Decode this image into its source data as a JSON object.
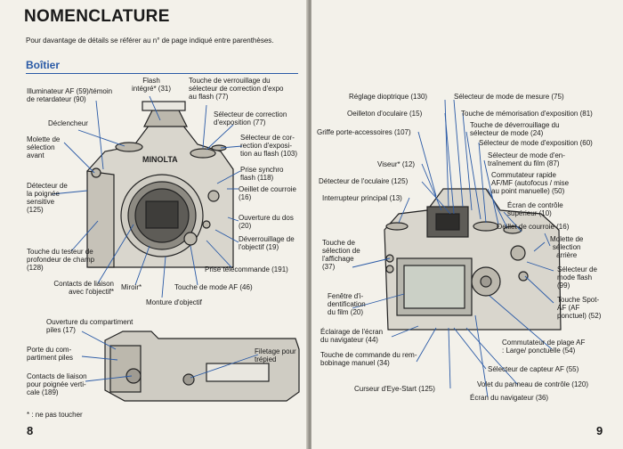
{
  "left_page": {
    "title": "NOMENCLATURE",
    "intro": "Pour davantage de détails se référer au n° de page indiqué entre parenthèses.",
    "section": "Boîtier",
    "page_number": "8",
    "footnote": "* : ne pas toucher",
    "labels": {
      "af_illuminator": "Illuminateur AF (59)/témoin\nde retardateur (90)",
      "flash": "Flash\nintégré* (31)",
      "compensation_lock": "Touche de verrouillage du\nsélecteur de correction d'expo\nau flash (77)",
      "exposure_compensation": "Sélecteur de correction\nd'exposition (77)",
      "flash_compensation": "Sélecteur de cor-\nrection d'exposi-\ntion au flash (103)",
      "sync_socket": "Prise synchro\nflash (118)",
      "strap_eyelet": "Oeillet de courroie\n(16)",
      "back_open": "Ouverture du dos\n(20)",
      "lens_release": "Déverrouillage de\nl'objectif (19)",
      "remote_socket": "Prise télécommande (191)",
      "af_mode_button": "Touche de mode AF (46)",
      "lens_mount": "Monture d'objectif",
      "mirror": "Miroir*",
      "lens_contacts": "Contacts de liaison\navec l'objectif*",
      "dof_preview": "Touche du testeur de\nprofondeur de champ\n(128)",
      "grip_sensor": "Détecteur de\nla poignée\nsensitive\n(125)",
      "front_dial": "Molette de\nsélection\navant",
      "shutter": "Déclencheur",
      "battery_door": "Ouverture du compartiment\npiles (17)",
      "battery_cover": "Porte du com-\npartiment piles",
      "grip_contacts": "Contacts de liaison\npour poignée verti-\ncale (189)",
      "tripod": "Filetage pour\ntrépied"
    }
  },
  "right_page": {
    "page_number": "9",
    "labels": {
      "diopter": "Réglage dioptrique (130)",
      "metering_mode": "Sélecteur de mode de mesure (75)",
      "eyecup": "Oeilleton d'oculaire (15)",
      "ael": "Touche de mémorisation d'exposition (81)",
      "accessory_shoe": "Griffe porte-accessoires (107)",
      "mode_lock": "Touche de déverrouillage du\nsélecteur de mode (24)",
      "exposure_mode": "Sélecteur de mode d'exposition (60)",
      "viewfinder": "Viseur* (12)",
      "drive_mode": "Sélecteur de mode d'en-\ntraînement du film (87)",
      "eyepiece_sensor": "Détecteur de l'oculaire (125)",
      "af_mf_switch": "Commutateur rapide\nAF/MF (autofocus / mise\nau point manuelle) (50)",
      "main_switch": "Interrupteur principal (13)",
      "top_lcd": "Écran de contrôle\nsupérieur (10)",
      "strap_eyelet": "Oeillet de courroie (16)",
      "rear_dial": "Molette de\nsélection\narrière",
      "display_button": "Touche de\nsélection de\nl'affichage\n(37)",
      "flash_mode": "Sélecteur de\nmode flash\n(99)",
      "spot_af": "Touche Spot-\nAF (AF\nponctuel) (52)",
      "id_window": "Fenêtre d'i-\ndentification\ndu film (20)",
      "nav_light": "Éclairage de l'écran\ndu navigateur (44)",
      "af_area_switch": "Commutateur de plage AF\n: Large/ ponctuelle (54)",
      "rewind": "Touche de commande du rem-\nbobinage manuel (34)",
      "af_sensor": "Sélecteur de capteur AF (55)",
      "panel_cover": "Volet du panneau de contrôle (120)",
      "eye_start": "Curseur d'Eye-Start (125)",
      "navigator": "Écran du navigateur (36)"
    }
  }
}
